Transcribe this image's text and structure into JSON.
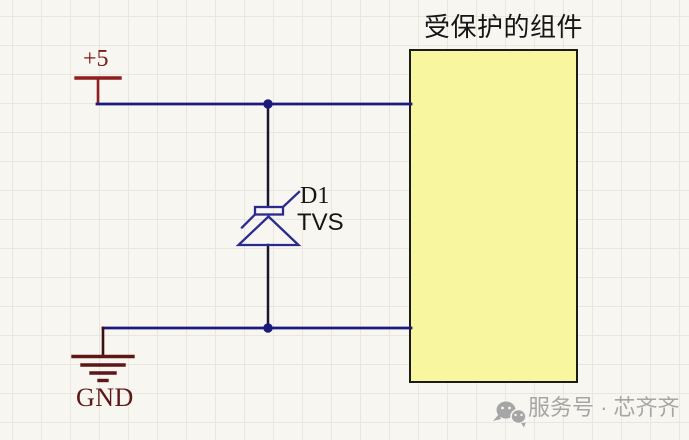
{
  "schematic": {
    "power_label": "+5",
    "diode": {
      "designator": "D1",
      "part": "TVS"
    },
    "ground_label": "GND",
    "protected_component_label": "受保护的组件"
  },
  "watermark": {
    "icon": "wechat-icon",
    "text": "服务号 · 芯齐齐"
  },
  "colors": {
    "background": "#f8f6f1",
    "grid_line": "#e9e6de",
    "wire": "#1b1b7c",
    "wire_vertical": "#181830",
    "junction": "#1b1b7c",
    "symbol": "#2b2b8f",
    "power": "#8f1e1e",
    "power_text": "#7c1b1b",
    "ground_stem": "#3b1212",
    "ground": "#5e1717",
    "box_fill": "#f8f69f",
    "box_border": "#1b1b1b",
    "label_text": "#151515",
    "title_text": "#161616",
    "watermark": "#a6a6a6"
  }
}
